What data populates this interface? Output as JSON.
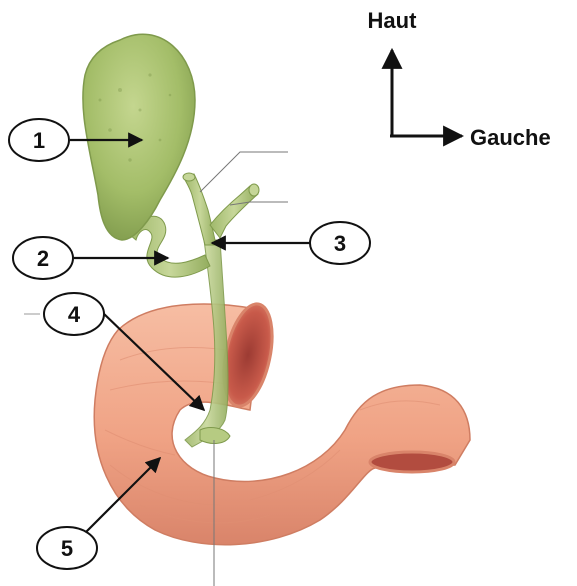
{
  "orientation": {
    "up_label": "Haut",
    "left_label": "Gauche"
  },
  "callouts": [
    {
      "number": "1"
    },
    {
      "number": "2"
    },
    {
      "number": "3"
    },
    {
      "number": "4"
    },
    {
      "number": "5"
    }
  ],
  "colors": {
    "gallbladder": "#a9c271",
    "gallbladder_dark": "#7f9a4c",
    "duct": "#b6cb82",
    "duodenum": "#f2a98c",
    "duodenum_dark": "#d9846a",
    "duodenum_inner": "#c85a4a",
    "leader": "#111111"
  }
}
